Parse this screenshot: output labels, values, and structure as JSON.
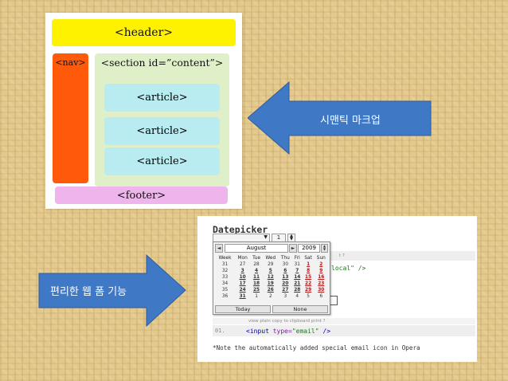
{
  "diagram": {
    "header": "<header>",
    "nav": "<nav>",
    "section": "<section id=”content”>",
    "articles": [
      "<article>",
      "<article>",
      "<article>"
    ],
    "footer": "<footer>"
  },
  "arrows": {
    "semantic_label": "시맨틱 마크업",
    "webform_label": "편리한 웹 폼 기능",
    "color": "#3f78c4"
  },
  "datepicker_shot": {
    "title": "Datepicker",
    "top_select_value": "",
    "top_time_value": "1",
    "code_top": {
      "meta": "t  ?",
      "code_suffix": "local\" />"
    },
    "calendar": {
      "month": "August",
      "year": "2009",
      "prev_label": "◄",
      "next_label": "►",
      "headers": [
        "Week",
        "Mon",
        "Tue",
        "Wed",
        "Thu",
        "Fri",
        "Sat",
        "Sun"
      ],
      "rows": [
        [
          "31",
          "27",
          "28",
          "29",
          "30",
          "31",
          "1",
          "2"
        ],
        [
          "32",
          "3",
          "4",
          "5",
          "6",
          "7",
          "8",
          "9"
        ],
        [
          "33",
          "10",
          "11",
          "12",
          "13",
          "14",
          "15",
          "16"
        ],
        [
          "34",
          "17",
          "18",
          "19",
          "20",
          "21",
          "22",
          "23"
        ],
        [
          "35",
          "24",
          "25",
          "26",
          "27",
          "28",
          "29",
          "30"
        ],
        [
          "36",
          "31",
          "1",
          "2",
          "3",
          "4",
          "5",
          "6"
        ]
      ],
      "today_label": "Today",
      "none_label": "None"
    },
    "code_bottom": {
      "meta": "view plain   copy to clipboard   print   ?",
      "line_number": "01.",
      "tag_open": "<input",
      "attr": "type=",
      "value": "\"email\"",
      "tag_close": "/>"
    },
    "note": "*Note the automatically added special email icon in Opera"
  }
}
